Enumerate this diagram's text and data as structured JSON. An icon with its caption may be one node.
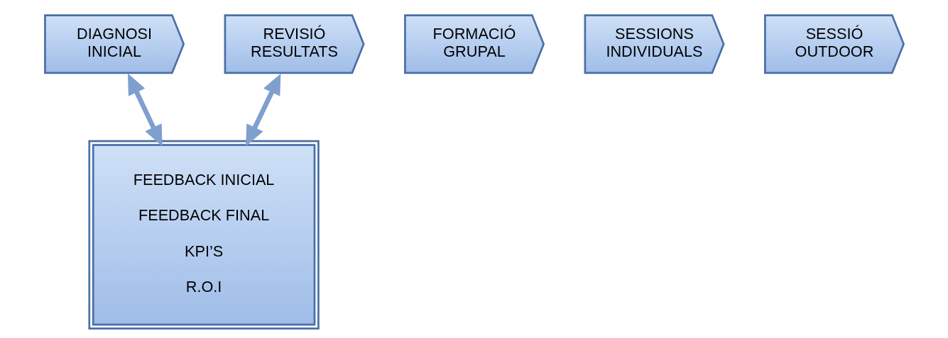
{
  "diagram": {
    "nodes": [
      {
        "text": [
          "DIAGNOSI INICIAL"
        ]
      },
      {
        "text": [
          "FORMACIÓ GRUPAL"
        ]
      },
      {
        "text": [
          "SESSIONS INDIVIDUALS"
        ]
      },
      {
        "text": [
          "SESSIÓ OUTDOOR"
        ]
      },
      {
        "text": [
          "REVISIÓ RESULTATS"
        ]
      },
      {
        "text": [
          "FEEDBACK INICIAL",
          "FEEDBACK FINAL",
          "KPI’S",
          "R.O.I"
        ]
      }
    ],
    "edges": [
      {
        "from": 0,
        "to": 5,
        "arrow": "both"
      },
      {
        "from": 4,
        "to": 5,
        "arrow": "both"
      }
    ]
  }
}
